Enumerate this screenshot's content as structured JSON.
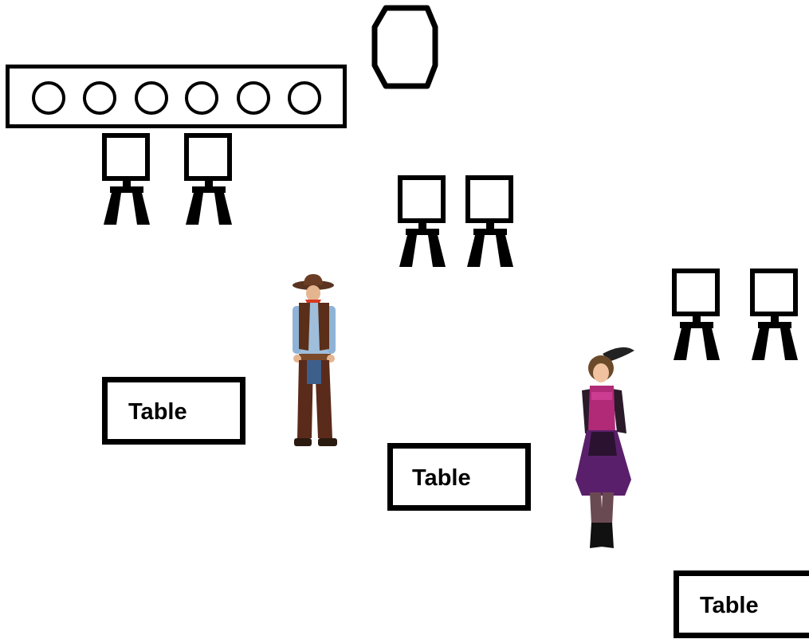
{
  "tables": [
    {
      "label": "Table"
    },
    {
      "label": "Table"
    },
    {
      "label": "Table"
    }
  ],
  "icons": {
    "shelf": "shelf-with-circles",
    "mirror": "oval-mirror-icon",
    "chair": "chair-icon",
    "cowboy": "cowboy-figure",
    "saloon_girl": "saloon-girl-figure"
  },
  "colors": {
    "line": "#000000",
    "background": "#ffffff"
  }
}
